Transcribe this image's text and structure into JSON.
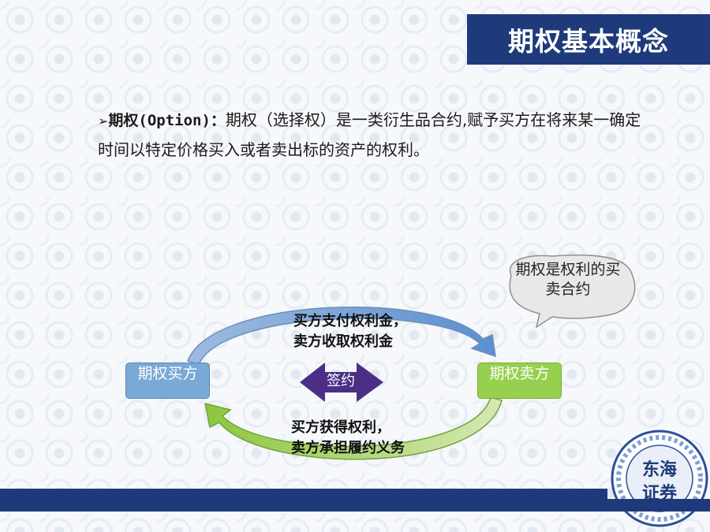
{
  "header": {
    "title": "期权基本概念"
  },
  "definition": {
    "bullet": "➢",
    "term": "期权(Option)：",
    "text": "期权（选择权）是一类衍生品合约,赋予买方在将来某一确定时间以特定价格买入或者卖出标的资产的权利。"
  },
  "diagram": {
    "buyer_box": "期权买方",
    "seller_box": "期权卖方",
    "top_label_line1": "买方支付权利金，",
    "top_label_line2": "卖方收取权利金",
    "bottom_label_line1": "买方获得权利，",
    "bottom_label_line2": "卖方承担履约义务",
    "center_arrow_label": "签约",
    "bubble_text": "期权是权利的买卖合约"
  },
  "logo": {
    "line1": "东海",
    "line2": "证券"
  },
  "colors": {
    "brand": "#1f3a7a",
    "buyer": "#7aa9d6",
    "seller": "#97cf4f",
    "sign_arrow": "#4b2f86"
  }
}
